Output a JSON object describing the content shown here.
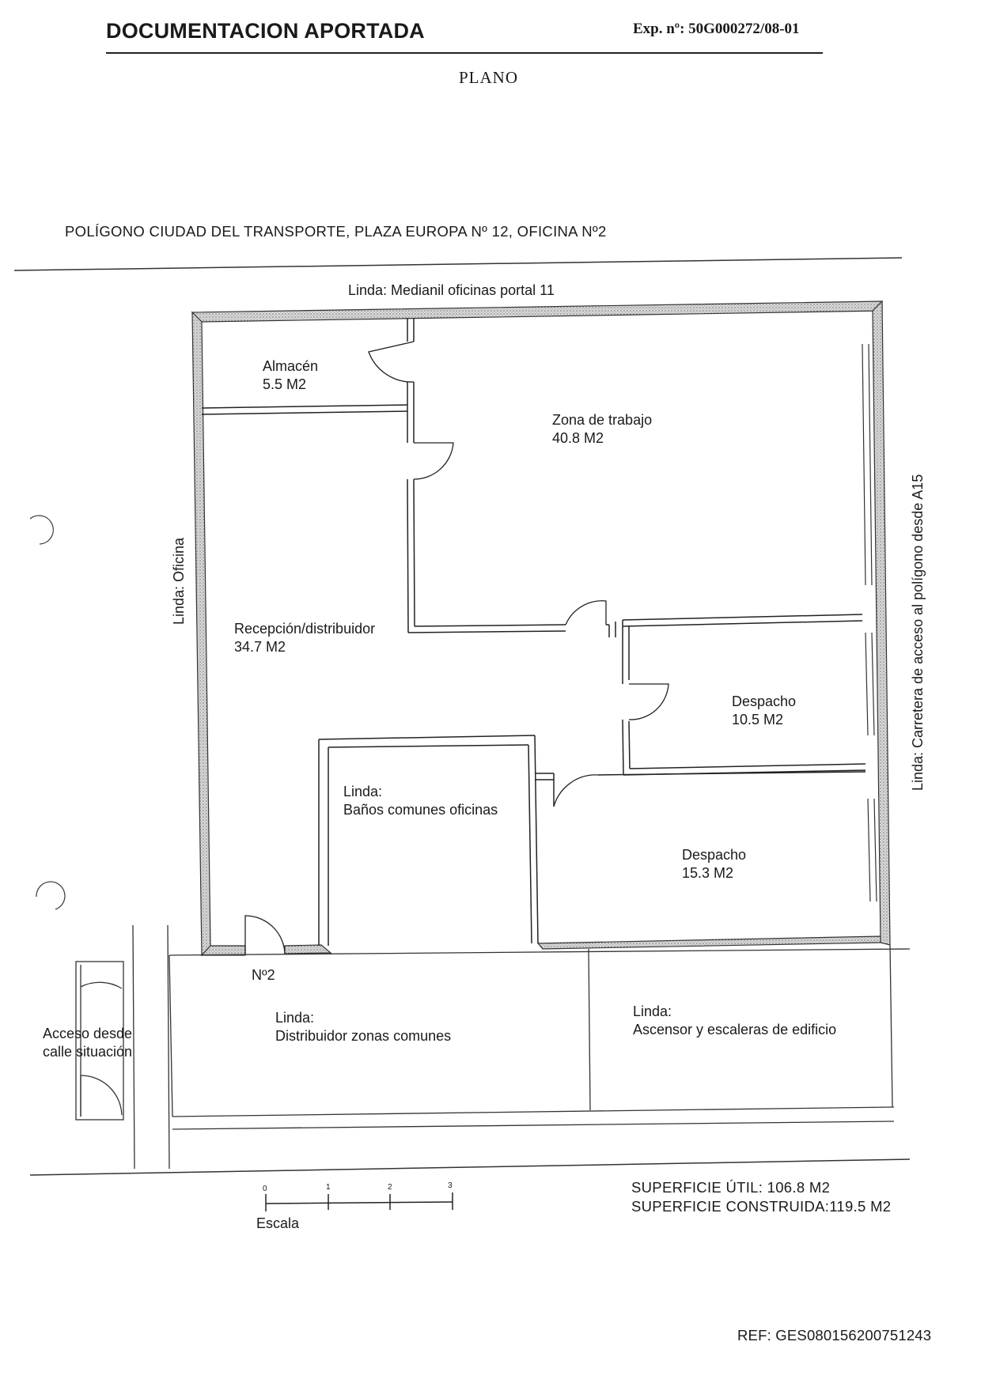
{
  "header": {
    "title": "DOCUMENTACION APORTADA",
    "expediente": "Exp. nº: 50G000272/08-01"
  },
  "document_title": "PLANO",
  "address": "POLÍGONO CIUDAD DEL TRANSPORTE, PLAZA EUROPA Nº 12, OFICINA Nº2",
  "boundaries": {
    "top": "Linda: Medianil oficinas portal 11",
    "left": "Linda: Oficina",
    "right": "Linda: Carretera de acceso al polígono desde A15"
  },
  "rooms": {
    "almacen": {
      "name": "Almacén",
      "area": "5.5 M2"
    },
    "zona_trabajo": {
      "name": "Zona de trabajo",
      "area": "40.8 M2"
    },
    "recepcion": {
      "name": "Recepción/distribuidor",
      "area": "34.7 M2"
    },
    "despacho_1": {
      "name": "Despacho",
      "area": "10.5 M2"
    },
    "despacho_2": {
      "name": "Despacho",
      "area": "15.3 M2"
    },
    "banos": {
      "line1": "Linda:",
      "line2": "Baños comunes oficinas"
    }
  },
  "outside": {
    "entrance_number": "Nº2",
    "distribuidor": {
      "line1": "Linda:",
      "line2": "Distribuidor zonas comunes"
    },
    "ascensor": {
      "line1": "Linda:",
      "line2": "Ascensor y escaleras de edificio"
    },
    "acceso": {
      "line1": "Acceso desde",
      "line2": "calle situación"
    }
  },
  "scale": {
    "label": "Escala",
    "ticks": [
      "0",
      "1",
      "2",
      "3"
    ]
  },
  "surfaces": {
    "util": "SUPERFICIE ÚTIL: 106.8 M2",
    "construida": "SUPERFICIE CONSTRUIDA:119.5 M2"
  },
  "reference": "REF: GES080156200751243"
}
